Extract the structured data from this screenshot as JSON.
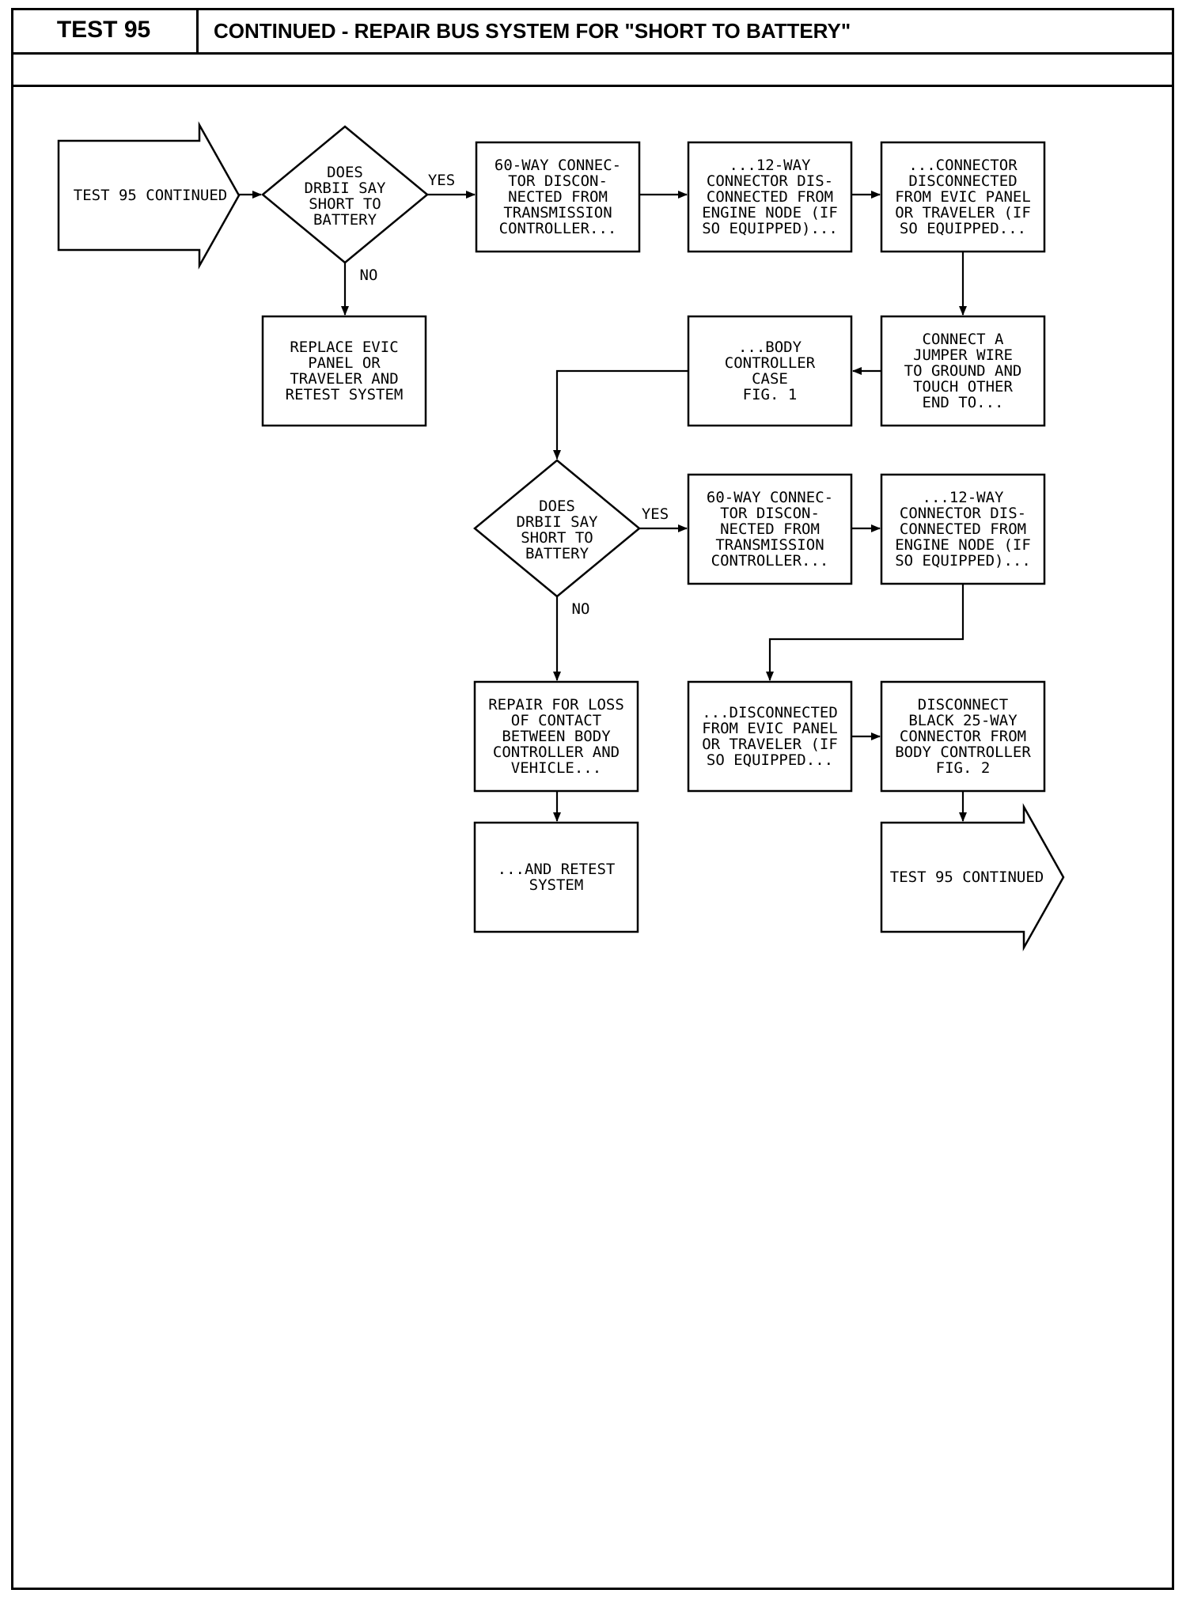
{
  "header": {
    "test_label": "TEST 95",
    "title": "CONTINUED - REPAIR BUS SYSTEM FOR \"SHORT TO BATTERY\""
  },
  "flowchart": {
    "entry_arrow": [
      "TEST 95 CONTINUED"
    ],
    "decision_1": [
      "DOES",
      "DRBII SAY",
      "SHORT TO",
      "BATTERY"
    ],
    "decision_1_yes": "YES",
    "decision_1_no": "NO",
    "box_60way_1": [
      "60-WAY CONNEC-",
      "TOR DISCON-",
      "NECTED FROM",
      "TRANSMISSION",
      "CONTROLLER..."
    ],
    "box_12way_1": [
      "...12-WAY",
      "CONNECTOR DIS-",
      "CONNECTED FROM",
      "ENGINE NODE (IF",
      "SO EQUIPPED)..."
    ],
    "box_connector_evic": [
      "...CONNECTOR",
      "DISCONNECTED",
      "FROM EVIC PANEL",
      "OR TRAVELER (IF",
      "SO EQUIPPED..."
    ],
    "box_replace_evic": [
      "REPLACE EVIC",
      "PANEL OR",
      "TRAVELER AND",
      "RETEST SYSTEM"
    ],
    "box_jumper": [
      "CONNECT A",
      "JUMPER WIRE",
      "TO GROUND AND",
      "TOUCH OTHER",
      "END TO..."
    ],
    "box_body_case": [
      "...BODY",
      "CONTROLLER",
      "CASE",
      "FIG. 1"
    ],
    "decision_2": [
      "DOES",
      "DRBII SAY",
      "SHORT TO",
      "BATTERY"
    ],
    "decision_2_yes": "YES",
    "decision_2_no": "NO",
    "box_60way_2": [
      "60-WAY CONNEC-",
      "TOR DISCON-",
      "NECTED FROM",
      "TRANSMISSION",
      "CONTROLLER..."
    ],
    "box_12way_2": [
      "...12-WAY",
      "CONNECTOR DIS-",
      "CONNECTED FROM",
      "ENGINE NODE (IF",
      "SO EQUIPPED)..."
    ],
    "box_repair_loss": [
      "REPAIR FOR LOSS",
      "OF CONTACT",
      "BETWEEN BODY",
      "CONTROLLER AND",
      "VEHICLE..."
    ],
    "box_disconnected_evic": [
      "...DISCONNECTED",
      "FROM EVIC PANEL",
      "OR TRAVELER (IF",
      "SO EQUIPPED..."
    ],
    "box_disconnect_black": [
      "DISCONNECT",
      "BLACK 25-WAY",
      "CONNECTOR FROM",
      "BODY CONTROLLER",
      "FIG. 2"
    ],
    "box_and_retest": [
      "...AND RETEST",
      "SYSTEM"
    ],
    "exit_arrow": [
      "TEST 95 CONTINUED"
    ]
  }
}
